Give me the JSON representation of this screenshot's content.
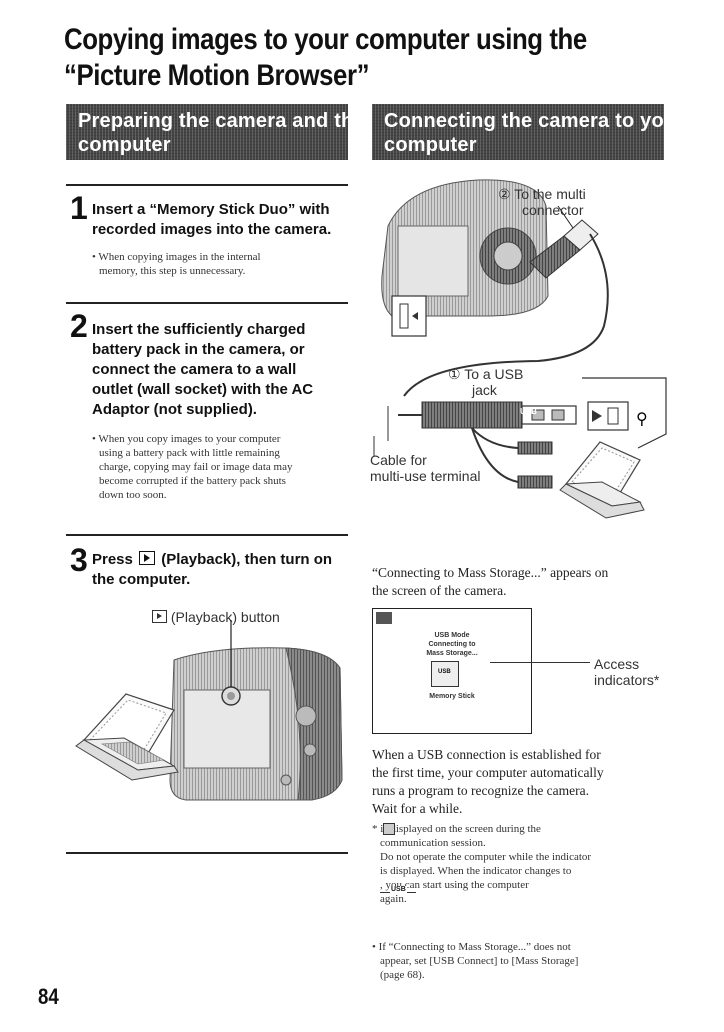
{
  "title": {
    "line1": "Copying images to your computer using the",
    "line2": "“Picture Motion Browser”"
  },
  "left_section": {
    "banner_line1": "Preparing the camera and the",
    "banner_line2": "computer",
    "steps": [
      {
        "number": "1",
        "heading_lines": [
          "Insert a “Memory Stick Duo” with",
          "recorded images into the camera."
        ],
        "note_lines": [
          "• When copying images in the internal",
          "memory, this step is unnecessary."
        ]
      },
      {
        "number": "2",
        "heading_lines": [
          "Insert the sufficiently charged",
          "battery pack in the camera, or",
          "connect the camera to a wall",
          "outlet (wall socket) with the AC",
          "Adaptor (not supplied)."
        ],
        "note_lines": [
          "• When you copy images to your computer",
          "using a battery pack with little remaining",
          "charge, copying may fail or image data may",
          "become corrupted if the battery pack shuts",
          "down too soon."
        ]
      },
      {
        "number": "3",
        "heading_prefix": "Press",
        "heading_rest": "(Playback), then turn on",
        "heading_line2": "the computer.",
        "playback_label": "(Playback) button"
      }
    ]
  },
  "right_section": {
    "banner_line1": "Connecting the camera to your",
    "banner_line2": "computer",
    "callout_multi_1": "② To the multi",
    "callout_multi_2": "connector",
    "callout_usb_1": "① To a USB",
    "callout_usb_2": "jack",
    "callout_cable_1": "Cable for",
    "callout_cable_2": "multi-use terminal",
    "usb_plug_label": "USB",
    "connecting_text_1": "“Connecting to Mass Storage...” appears on",
    "connecting_text_2": "the screen of the camera.",
    "screen": {
      "mode": "USB Mode",
      "connecting": "Connecting to",
      "storage": "Mass Storage...",
      "usb_icon": "USB",
      "media": "Memory Stick"
    },
    "access_label_1": "Access",
    "access_label_2": "indicators*",
    "body_lines": [
      "When a USB connection is established for",
      "the first time, your computer automatically",
      "runs a program to recognize the camera.",
      "Wait for a while."
    ],
    "footnote_lines": [
      "*      is displayed on the screen during the",
      "communication session.",
      "Do not operate the computer while the indicator",
      "is displayed. When the indicator changes to",
      "        , you can start using the computer",
      "again."
    ],
    "footnote_usb_label": "USB",
    "bullet_lines": [
      "• If “Connecting to Mass Storage...” does not",
      "appear, set [USB Connect] to [Mass Storage]",
      "(page 68)."
    ]
  },
  "page_number": "84"
}
